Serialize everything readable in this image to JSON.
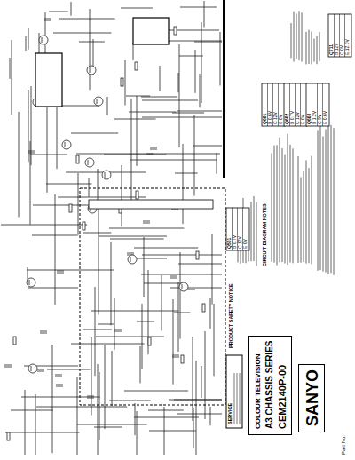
{
  "diagram": {
    "nodes": [
      {
        "text": [
          "COLOUR TELEVISION",
          "A3 CHASSIS SERIES",
          "CEM2140P-00"
        ]
      },
      {
        "text": [
          "SANYO"
        ]
      }
    ],
    "labels": [
      "PRODUCT SAFETY NOTICE",
      "CIRCUIT DIAGRAM NOTES",
      "Q601",
      "B 0.6V",
      "C 12V",
      "E 0V",
      "Q602",
      "B 0.7V",
      "C 12V",
      "E 0V",
      "Q603",
      "B 1.2V",
      "C 9V",
      "E 0.6V",
      "Q711",
      "B 12V",
      "C 0V",
      "E 12.0V",
      "Q501",
      "B 0.7V",
      "C 12V",
      "E 0V",
      "SERVICE",
      "Part No."
    ]
  }
}
